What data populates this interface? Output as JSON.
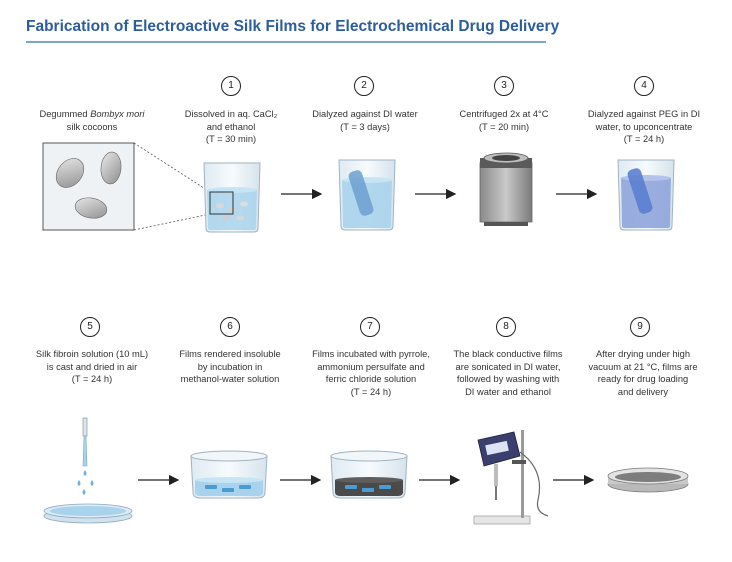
{
  "title": "Fabrication of Electroactive Silk Films for Electrochemical Drug Delivery",
  "start": {
    "line1_pre": "Degummed ",
    "line1_em": "Bombyx mori",
    "line2": "silk cocoons"
  },
  "steps": [
    {
      "num": "1",
      "lines": [
        "Dissolved in aq. CaCl₂",
        "and ethanol",
        "(T = 30 min)"
      ]
    },
    {
      "num": "2",
      "lines": [
        "Dialyzed against DI water",
        "(T = 3 days)"
      ]
    },
    {
      "num": "3",
      "lines": [
        "Centrifuged 2x at 4°C",
        "(T = 20 min)"
      ]
    },
    {
      "num": "4",
      "lines": [
        "Dialyzed against PEG in DI",
        "water, to upconcentrate",
        "(T = 24 h)"
      ]
    },
    {
      "num": "5",
      "lines": [
        "Silk fibroin solution (10 mL)",
        "is cast and dried in air",
        "(T = 24 h)"
      ]
    },
    {
      "num": "6",
      "lines": [
        "Films rendered insoluble",
        "by incubation in",
        "methanol-water solution"
      ]
    },
    {
      "num": "7",
      "lines": [
        "Films incubated with pyrrole,",
        "ammonium persulfate and",
        "ferric chloride solution",
        "(T = 24 h)"
      ]
    },
    {
      "num": "8",
      "lines": [
        "The black conductive films",
        "are sonicated in DI water,",
        "followed by washing with",
        "DI water and ethanol"
      ]
    },
    {
      "num": "9",
      "lines": [
        "After drying under high",
        "vacuum at 21 °C, films are",
        "ready for drug loading",
        "and delivery"
      ]
    }
  ],
  "colors": {
    "title": "#2c5d9c",
    "water": "#a9d3ec",
    "silk_blue": "#6f8fd6",
    "film_black": "#4a4a4a"
  }
}
